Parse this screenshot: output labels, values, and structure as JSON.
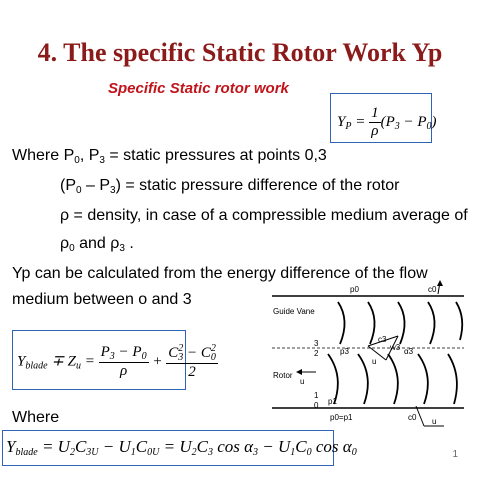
{
  "slide": {
    "title": "4. The specific Static Rotor Work Yp",
    "subtitle": "Specific Static rotor work",
    "page_number": "1"
  },
  "formula_yp": {
    "lhs": "Y",
    "lhs_sub": "P",
    "eq": " = ",
    "num": "1",
    "den": "ρ",
    "paren": "(P",
    "p3_sub": "3",
    "minus": " − P",
    "p0_sub": "0",
    "close": ")"
  },
  "where_block": {
    "line1_lead": "Where  P",
    "line1_sub0": "0",
    "line1_mid": ", P",
    "line1_sub3": "3",
    "line1_rest": " = static pressures at points 0,3",
    "line2_open": "(P",
    "line2_sub0": "0",
    "line2_mid": " – P",
    "line2_sub3": "3",
    "line2_rest": ") = static pressure difference of the rotor",
    "line3": "ρ = density, in case of a compressible medium average of",
    "line4_a": "ρ",
    "line4_sub0": "0",
    "line4_b": " and ρ",
    "line4_sub3": "3",
    "line4_c": " ."
  },
  "yp_calc": {
    "line1": "Yp can be calculated from the energy difference of the flow",
    "line2": "medium between o and 3"
  },
  "formula_blade": {
    "lhs": "Y",
    "lhs_sub": "blade",
    "op": " ∓ Z",
    "z_sub": "u",
    "eq": " = ",
    "f1_num_a": "P",
    "f1_num_a_sub": "3",
    "f1_num_b": " − P",
    "f1_num_b_sub": "0",
    "f1_den": "ρ",
    "plus": " + ",
    "f2_num_a": "C",
    "f2_num_a_sub": "3",
    "f2_num_a_sup": "2",
    "f2_num_b": " − C",
    "f2_num_b_sub": "0",
    "f2_num_b_sup": "2",
    "f2_den": "2"
  },
  "where2": "Where",
  "formula_bottom": {
    "lhs": "Y",
    "lhs_sub": "blade",
    "t1": " = U",
    "t1_sub": "2",
    "t2": "C",
    "t2_sub": "3U",
    "t3": " − U",
    "t3_sub": "1",
    "t4": "C",
    "t4_sub": "0U",
    "t5": " = U",
    "t5_sub": "2",
    "t6": "C",
    "t6_sub": "3",
    "t7": " cos α",
    "t7_sub": "3",
    "t8": " − U",
    "t8_sub": "1",
    "t9": "C",
    "t9_sub": "0",
    "t10": " cos α",
    "t10_sub": "0"
  },
  "diagram": {
    "guide_vane": "Guide Vane",
    "rotor": "Rotor",
    "p0": "p0",
    "c0": "c0",
    "p3": "p3",
    "c3": "c3",
    "u": "u",
    "w3": "w3",
    "a3": "α3",
    "num3": "3",
    "num2": "2",
    "num1": "1",
    "num0": "0",
    "p0eq": "p0=p1",
    "c0b": "c0",
    "u_b": "u",
    "p1": "p1"
  }
}
